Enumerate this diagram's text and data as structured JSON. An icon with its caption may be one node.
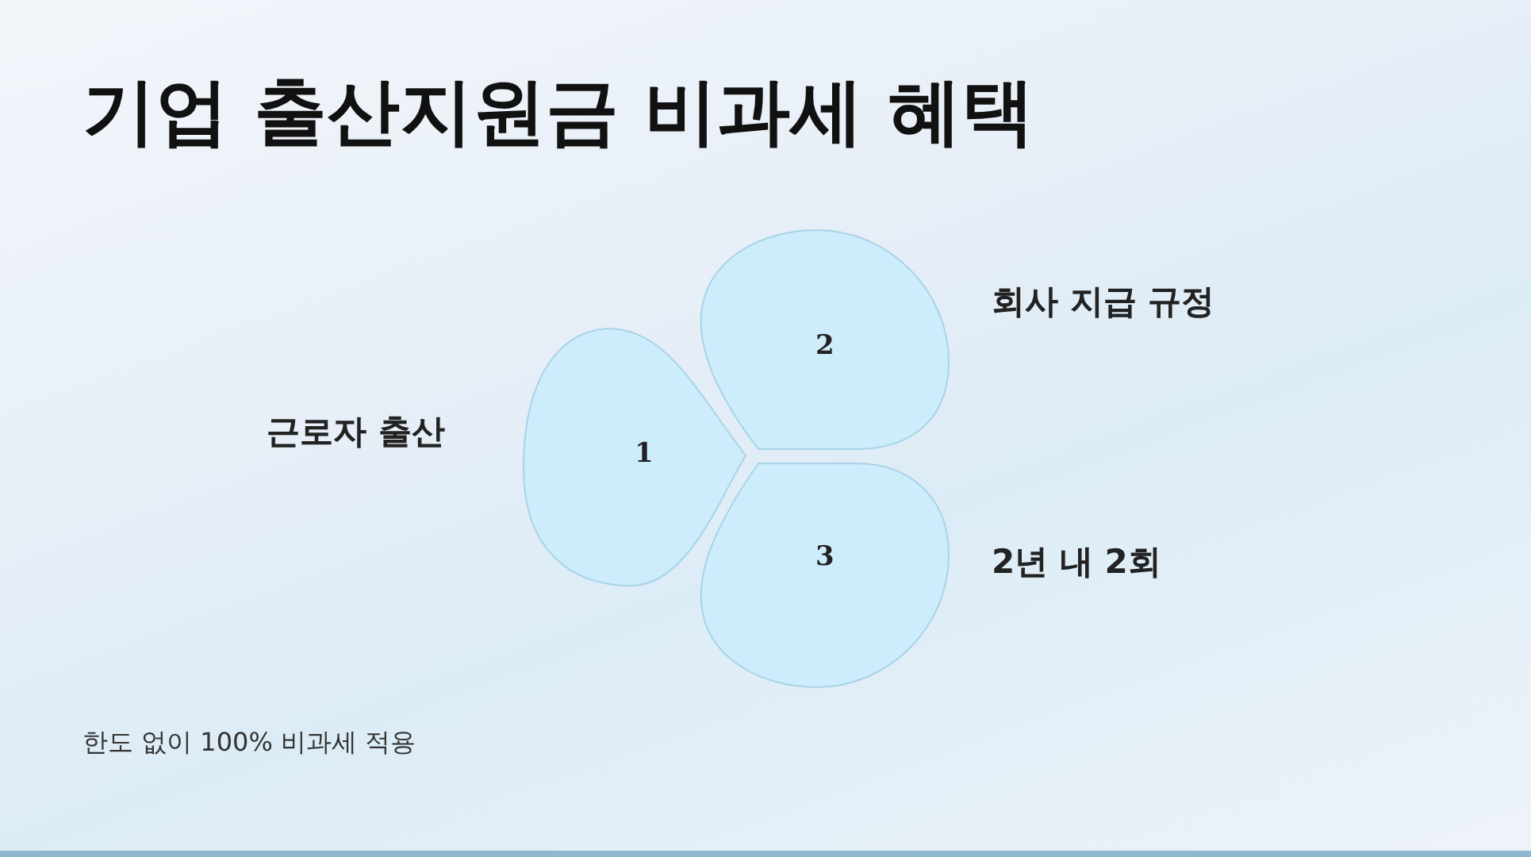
{
  "diagram": {
    "title": "기업 출산지원금 비과세 혜택",
    "nodes": [
      {
        "text": [
          "1"
        ],
        "beside": [
          "근로자 출산"
        ]
      },
      {
        "text": [
          "2"
        ],
        "beside": [
          "회사 지급 규정"
        ]
      },
      {
        "text": [
          "3"
        ],
        "beside": [
          "2년 내 2회"
        ]
      }
    ],
    "edges": [],
    "labels": [
      "한도 없이 100% 비과세 적용"
    ]
  }
}
